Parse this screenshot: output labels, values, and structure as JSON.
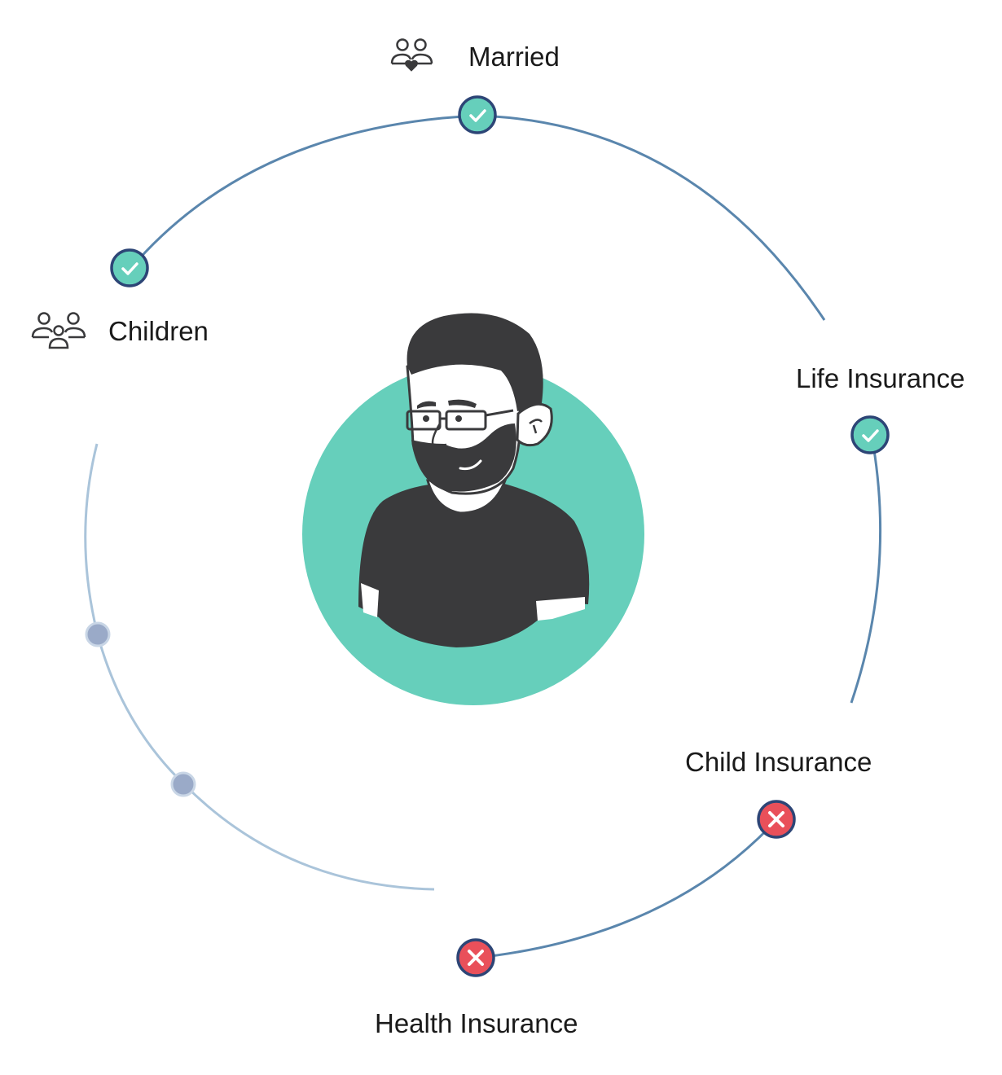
{
  "colors": {
    "accent_green": "#66cfbb",
    "ring_blue": "#5a86ad",
    "ring_light": "#aac4da",
    "node_outline": "#2d4576",
    "error_red": "#e9505a",
    "pending_gray": "#9aaac8",
    "dark": "#3a3a3c"
  },
  "avatar": {
    "name": "user-avatar",
    "icon": "bearded-man-illustration"
  },
  "milestones": [
    {
      "id": "married",
      "label": "Married",
      "status": "done",
      "icon": "couple-icon"
    },
    {
      "id": "children",
      "label": "Children",
      "status": "done",
      "icon": "family-icon"
    },
    {
      "id": "life-insurance",
      "label": "Life Insurance",
      "status": "done",
      "icon": "check-icon"
    },
    {
      "id": "child-insurance",
      "label": "Child Insurance",
      "status": "missing",
      "icon": "cross-icon"
    },
    {
      "id": "health-insurance",
      "label": "Health Insurance",
      "status": "missing",
      "icon": "cross-icon"
    },
    {
      "id": "pending-1",
      "label": "",
      "status": "pending",
      "icon": ""
    },
    {
      "id": "pending-2",
      "label": "",
      "status": "pending",
      "icon": ""
    }
  ]
}
